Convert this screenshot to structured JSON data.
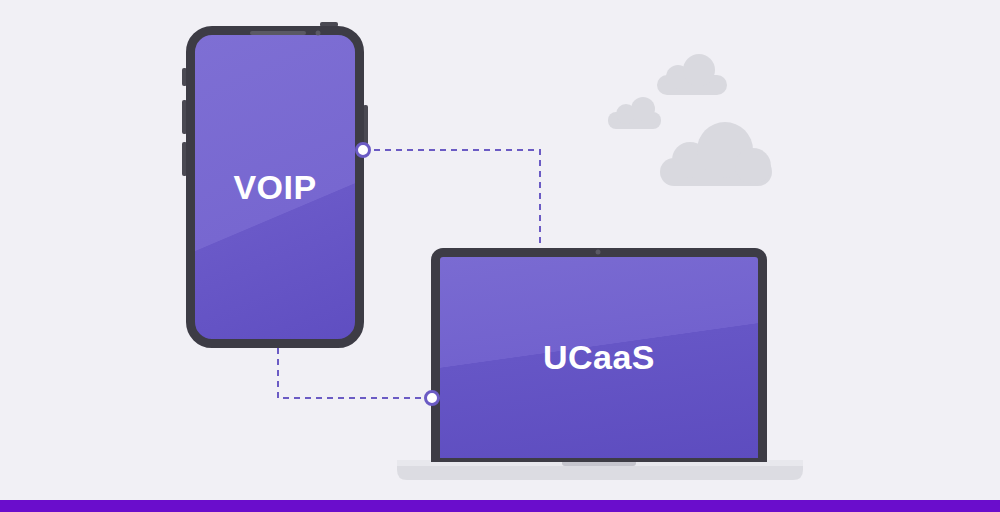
{
  "diagram": {
    "nodes": [
      {
        "text": [
          "VOIP"
        ]
      },
      {
        "text": [
          "UCaaS"
        ]
      }
    ],
    "edges": [
      {
        "from": 0,
        "to": 1,
        "arrow": "none"
      },
      {
        "from": 0,
        "to": 1,
        "arrow": "none"
      }
    ]
  }
}
